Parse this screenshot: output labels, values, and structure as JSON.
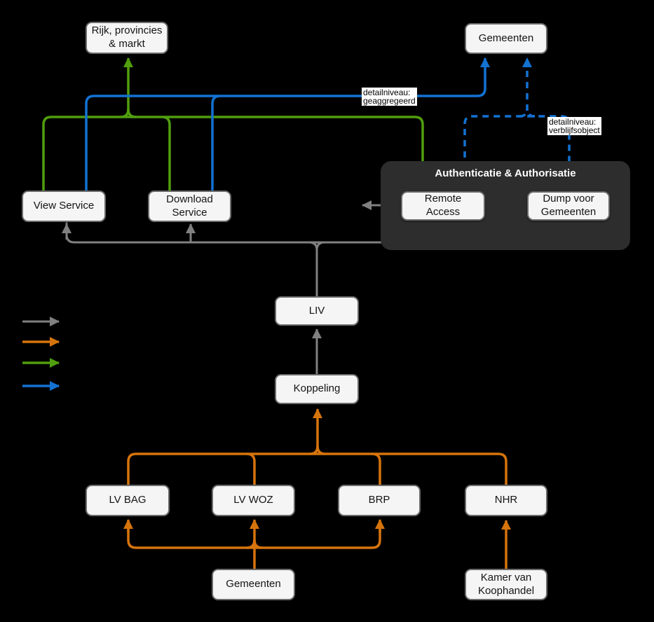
{
  "diagram": {
    "background": "#000000",
    "colors": {
      "bg": "#000000",
      "gray": "#808080",
      "orange": "#d6740c",
      "green": "#519e0e",
      "blue": "#1372d2",
      "node_fill": "#f5f5f5",
      "node_border": "#6b6b6b",
      "node_text": "#141414",
      "container_fill": "#2d2d2d",
      "container_title": "#ffffff",
      "label_bg": "#ffffff",
      "label_text": "#000000"
    },
    "container": {
      "title": "Authenticatie & Authorisatie"
    },
    "nodes": {
      "rijk": {
        "label": "Rijk, provincies & markt"
      },
      "gemeenten_top": {
        "label": "Gemeenten"
      },
      "view_service": {
        "label": "View Service"
      },
      "download_service": {
        "label": "Download Service"
      },
      "remote_access": {
        "label": "Remote Access"
      },
      "dump_voor_gemeenten": {
        "label": "Dump voor Gemeenten"
      },
      "liv": {
        "label": "LIV"
      },
      "koppeling": {
        "label": "Koppeling"
      },
      "lv_bag": {
        "label": "LV BAG"
      },
      "lv_woz": {
        "label": "LV WOZ"
      },
      "brp": {
        "label": "BRP"
      },
      "nhr": {
        "label": "NHR"
      },
      "gemeenten_bottom": {
        "label": "Gemeenten"
      },
      "kamer_van_koophandel": {
        "label": "Kamer van Koophandel"
      }
    },
    "edge_labels": {
      "geaggregeerd": {
        "text": "detailniveau:\ngeaggregeerd"
      },
      "verblijfsobject": {
        "text": "detailniveau:\nverblijfsobject"
      }
    },
    "legend": {
      "items": [
        {
          "name": "gray-arrow",
          "color_key": "gray"
        },
        {
          "name": "orange-arrow",
          "color_key": "orange"
        },
        {
          "name": "green-arrow",
          "color_key": "green"
        },
        {
          "name": "blue-arrow",
          "color_key": "blue"
        }
      ]
    }
  }
}
